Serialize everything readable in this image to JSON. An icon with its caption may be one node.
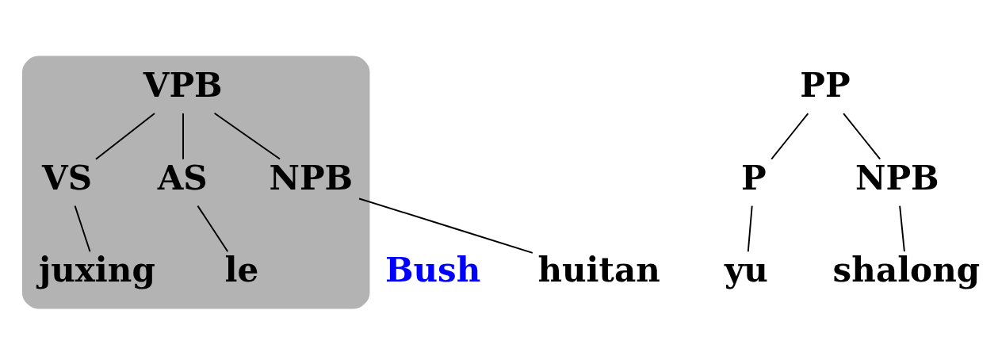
{
  "diagram": {
    "nodes": [
      {
        "text": [],
        "shape": "cloud"
      },
      {
        "text": [
          "VPB"
        ],
        "in": 0
      },
      {
        "text": [
          "VS"
        ],
        "in": 0
      },
      {
        "text": [
          "AS"
        ],
        "in": 0
      },
      {
        "text": [
          "NPB"
        ],
        "in": 0
      },
      {
        "text": [
          "juxing"
        ],
        "in": 0
      },
      {
        "text": [
          "le"
        ],
        "in": 0
      },
      {
        "text": [
          "huitan"
        ]
      },
      {
        "text": [
          "PP"
        ]
      },
      {
        "text": [
          "P"
        ]
      },
      {
        "text": [
          "NPB"
        ]
      },
      {
        "text": [
          "yu"
        ]
      },
      {
        "text": [
          "shalong"
        ]
      }
    ],
    "edges": [
      {
        "from": 1,
        "to": 2,
        "arrow": "none"
      },
      {
        "from": 1,
        "to": 3,
        "arrow": "none"
      },
      {
        "from": 1,
        "to": 4,
        "arrow": "none"
      },
      {
        "from": 2,
        "to": 5,
        "arrow": "none"
      },
      {
        "from": 3,
        "to": 6,
        "arrow": "none"
      },
      {
        "from": 4,
        "to": 7,
        "arrow": "none"
      },
      {
        "from": 8,
        "to": 9,
        "arrow": "none"
      },
      {
        "from": 8,
        "to": 10,
        "arrow": "none"
      },
      {
        "from": 9,
        "to": 11,
        "arrow": "none"
      },
      {
        "from": 10,
        "to": 12,
        "arrow": "none"
      }
    ],
    "labels": [
      "Bush"
    ]
  }
}
